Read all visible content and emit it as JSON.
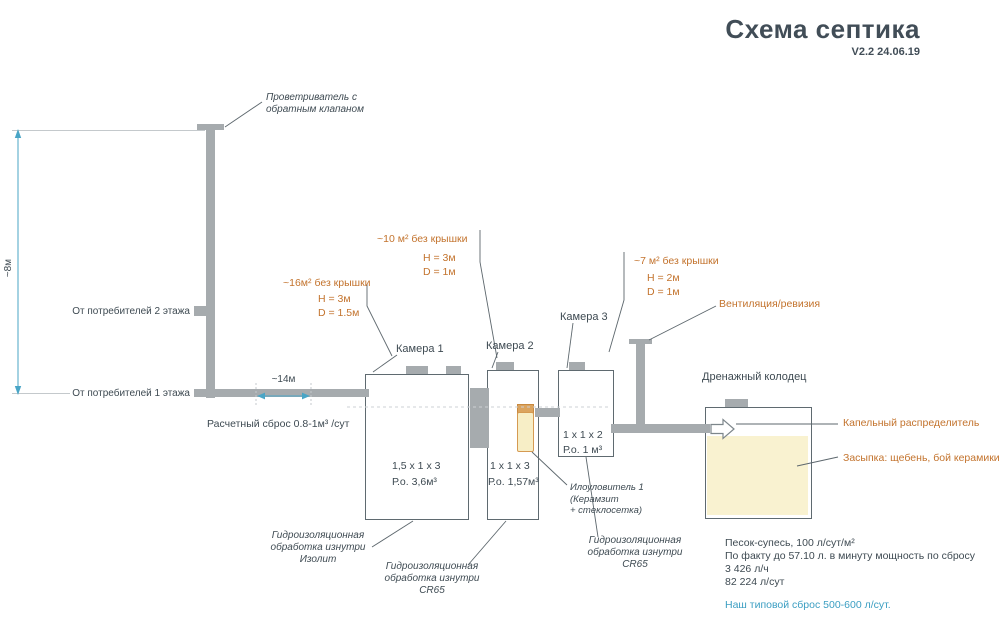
{
  "title": {
    "text": "Схема септика",
    "version": "V2.2 24.06.19"
  },
  "annotations": {
    "breather": "Проветриватель с\nобратным клапаном",
    "floor2": "От потребителей 2 этажа",
    "floor1": "От потребителей 1 этажа",
    "dim8": "~8м",
    "dim14": "~14м",
    "discharge": "Расчетный сброс 0.8-1м³ /сут",
    "vent": "Вентиляция/ревизия",
    "silt_trap": "Илоуловитель 1\n(Керамзит\n+ стеклосетка)"
  },
  "chambers": [
    {
      "label": "Камера 1",
      "dims": "1,5 х 1 х 3",
      "volume": "Р.о. 3,6м³",
      "area": "~16м² без крышки",
      "height": "Н = 3м",
      "diameter": "D = 1.5м",
      "coating": "Гидроизоляционная\nобработка изнутри\nИзолит"
    },
    {
      "label": "Камера 2",
      "dims": "1 х 1 х 3",
      "volume": "Р.о. 1,57м³",
      "area": "~10 м² без крышки",
      "height": "Н = 3м",
      "diameter": "D = 1м",
      "coating": "Гидроизоляционная\nобработка изнутри CR65"
    },
    {
      "label": "Камера 3",
      "dims": "1 х 1 х 2",
      "volume": "Р.о. 1 м³",
      "area": "~7 м² без крышки",
      "height": "Н = 2м",
      "diameter": "D = 1м",
      "coating": "Гидроизоляционная\nобработка изнутри CR65"
    }
  ],
  "well": {
    "label": "Дренажный колодец",
    "drip_distributor": "Капельный распределитель",
    "backfill": "Засыпка: щебень, бой керамики"
  },
  "notes": [
    "Песок-супесь, 100 л/сут/м²",
    "По факту до 57.10 л. в минуту мощность по сбросу",
    "3 426 л/ч",
    "82 224 л/сут",
    "Наш типовой сброс 500-600 л/сут."
  ],
  "colors": {
    "accent_orange": "#c3732d",
    "accent_teal": "#3b9ec2",
    "text_dark": "#3e4a52",
    "pipe_gray": "#a6abae",
    "sand_fill": "#f9f2d0"
  }
}
